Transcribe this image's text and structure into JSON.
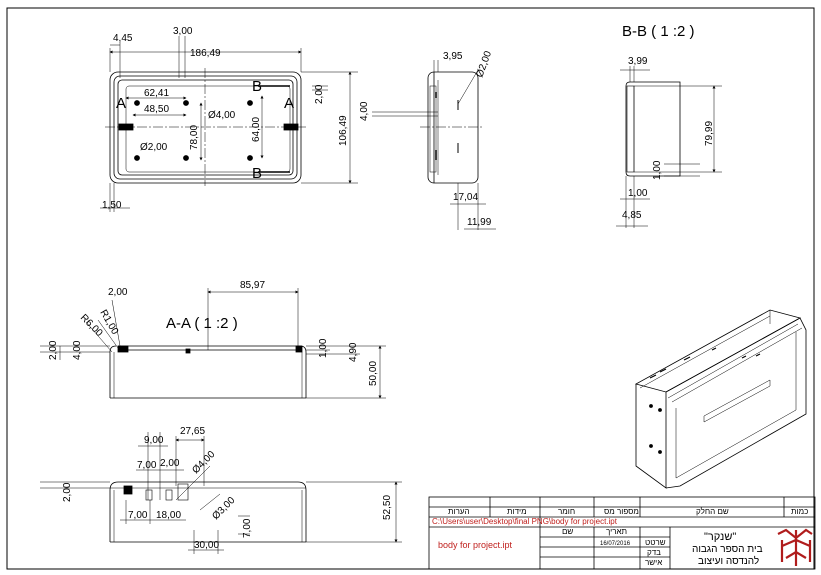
{
  "drawing": {
    "sections": {
      "bb": "B-B ( 1 :2 )",
      "aa": "A-A ( 1 :2 )"
    },
    "cut_letters": {
      "a": "A",
      "b": "B"
    },
    "top_view": {
      "d_445": "4,45",
      "d_300": "3,00",
      "d_18649": "186,49",
      "d_6241": "62,41",
      "d_4850": "48,50",
      "d_dia400": "Ø4,00",
      "d_7800": "78,00",
      "d_6400": "64,00",
      "d_dia200": "Ø2,00",
      "d_200": "2,00",
      "d_10649": "106,49",
      "d_150": "1,50"
    },
    "side_view": {
      "d_395": "3,95",
      "d_dia200": "Ø2,00",
      "d_400": "4,00",
      "d_1704": "17,04",
      "d_1199": "11,99"
    },
    "section_bb": {
      "d_399": "3,99",
      "d_7999": "79,99",
      "d_100a": "1,00",
      "d_100b": "1,00",
      "d_485": "4,85"
    },
    "section_aa": {
      "d_200top": "2,00",
      "d_8597": "85,97",
      "d_r100": "R1,00",
      "d_r600": "R6,00",
      "d_200left": "2,00",
      "d_400left": "4,00",
      "d_100right": "1,00",
      "d_490": "4,90",
      "d_5000": "50,00"
    },
    "front_view": {
      "d_900": "9,00",
      "d_2765": "27,65",
      "d_700a": "7,00",
      "d_200a": "2,00",
      "d_dia400": "Ø4,00",
      "d_200left": "2,00",
      "d_700b": "7,00",
      "d_1800": "18,00",
      "d_dia300": "Ø3,00",
      "d_3000": "30,00",
      "d_700c": "7,00",
      "d_5250": "52,50"
    }
  },
  "title_block": {
    "headers": {
      "qty": "כמות",
      "part_name": "שם החלק",
      "drawing_no": "מספור מס",
      "material": "חומר",
      "dimensions": "מידות",
      "notes": "הערות"
    },
    "file_path": "C:\\Users\\user\\Desktop\\final PNG\\body for project.ipt",
    "part_file": "body for project.ipt",
    "col_name": "שם",
    "col_date": "תאריך",
    "date": "16/07/2016",
    "role_drawn": "שרטט",
    "role_checked": "בדק",
    "role_approved": "אישר",
    "school_line1": "\"שנקר\"",
    "school_line2": "בית הספר הגבוה",
    "school_line3": "להנדסה ועיצוב",
    "colors": {
      "path_text": "#c0211e",
      "logo": "#b01c1c"
    }
  }
}
